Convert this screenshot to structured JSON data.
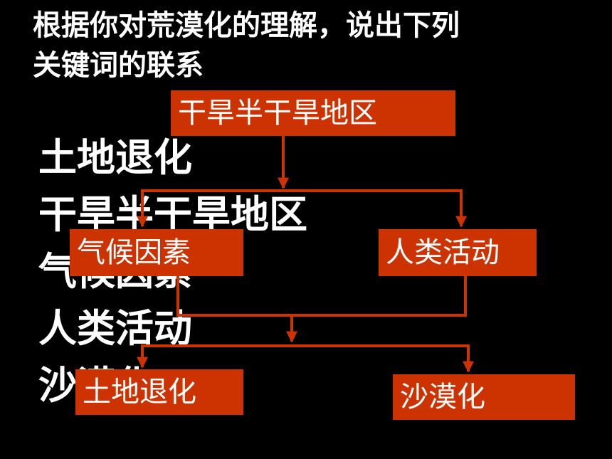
{
  "title": {
    "line1": "根据你对荒漠化的理解，说出下列",
    "line2": "关键词的联系"
  },
  "keywords": [
    "土地退化",
    "干旱半干旱地区",
    "气候因素",
    "人类活动",
    "沙漠化"
  ],
  "nodes": {
    "drought_region": "干旱半干旱地区",
    "climate": "气候因素",
    "human": "人类活动",
    "land_degradation": "土地退化",
    "desertification": "沙漠化"
  },
  "colors": {
    "background": "#000000",
    "box": "#cc3300",
    "arrow": "#cc3300",
    "text": "#ffffff"
  }
}
